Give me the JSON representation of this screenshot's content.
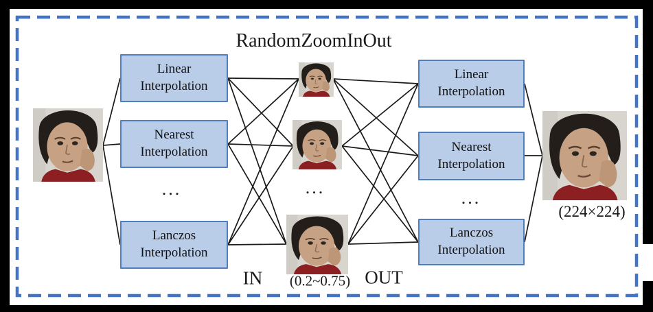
{
  "title": "RandomZoomInOut",
  "colors": {
    "outer_frame": "#000000",
    "dashed_border": "#4472C4",
    "box_fill": "#B9CCE8",
    "box_border": "#4F7DBE",
    "line": "#1A1A1A",
    "background": "#FFFFFF"
  },
  "left_column": {
    "box1": "Linear Interpolation",
    "box2": "Nearest Interpolation",
    "ellipsis": "...",
    "box3": "Lanczos Interpolation"
  },
  "middle_column": {
    "ellipsis": "...",
    "in_label": "IN",
    "zoom_range_label": "(0.2~0.75)",
    "out_label": "OUT"
  },
  "right_column": {
    "box1": "Linear Interpolation",
    "box2": "Nearest Interpolation",
    "ellipsis": "...",
    "box3": "Lanczos Interpolation"
  },
  "output": {
    "size_label": "(224×224)"
  }
}
